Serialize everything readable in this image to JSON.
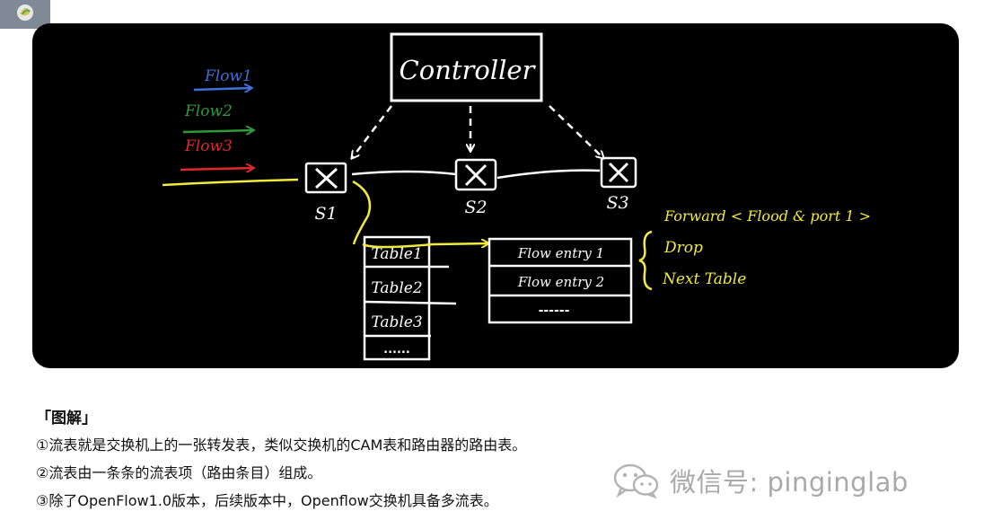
{
  "diagram": {
    "controller_label": "Controller",
    "switches": [
      {
        "id": "s1",
        "label": "S1"
      },
      {
        "id": "s2",
        "label": "S2"
      },
      {
        "id": "s3",
        "label": "S3"
      }
    ],
    "flows": [
      {
        "label": "Flow1",
        "color": "#3f6fd8"
      },
      {
        "label": "Flow2",
        "color": "#2f9a3a"
      },
      {
        "label": "Flow3",
        "color": "#e02828"
      }
    ],
    "tables": [
      "Table1",
      "Table2",
      "Table3",
      "......"
    ],
    "flow_entries": [
      "Flow entry 1",
      "Flow entry 2",
      "------"
    ],
    "actions": [
      "Forward < Flood & port 1 >",
      "Drop",
      "Next Table"
    ],
    "colors": {
      "board": "#000000",
      "line": "#ffffff",
      "highlight": "#f2ea3c"
    }
  },
  "caption": {
    "title": "「图解」",
    "lines": [
      "①流表就是交换机上的一张转发表，类似交换机的CAM表和路由器的路由表。",
      "②流表由一条条的流表项（路由条目）组成。",
      "③除了OpenFlow1.0版本，后续版本中，Openflow交换机具备多流表。"
    ]
  },
  "watermark": {
    "icon": "wechat-icon",
    "text": "微信号: pinginglab"
  }
}
